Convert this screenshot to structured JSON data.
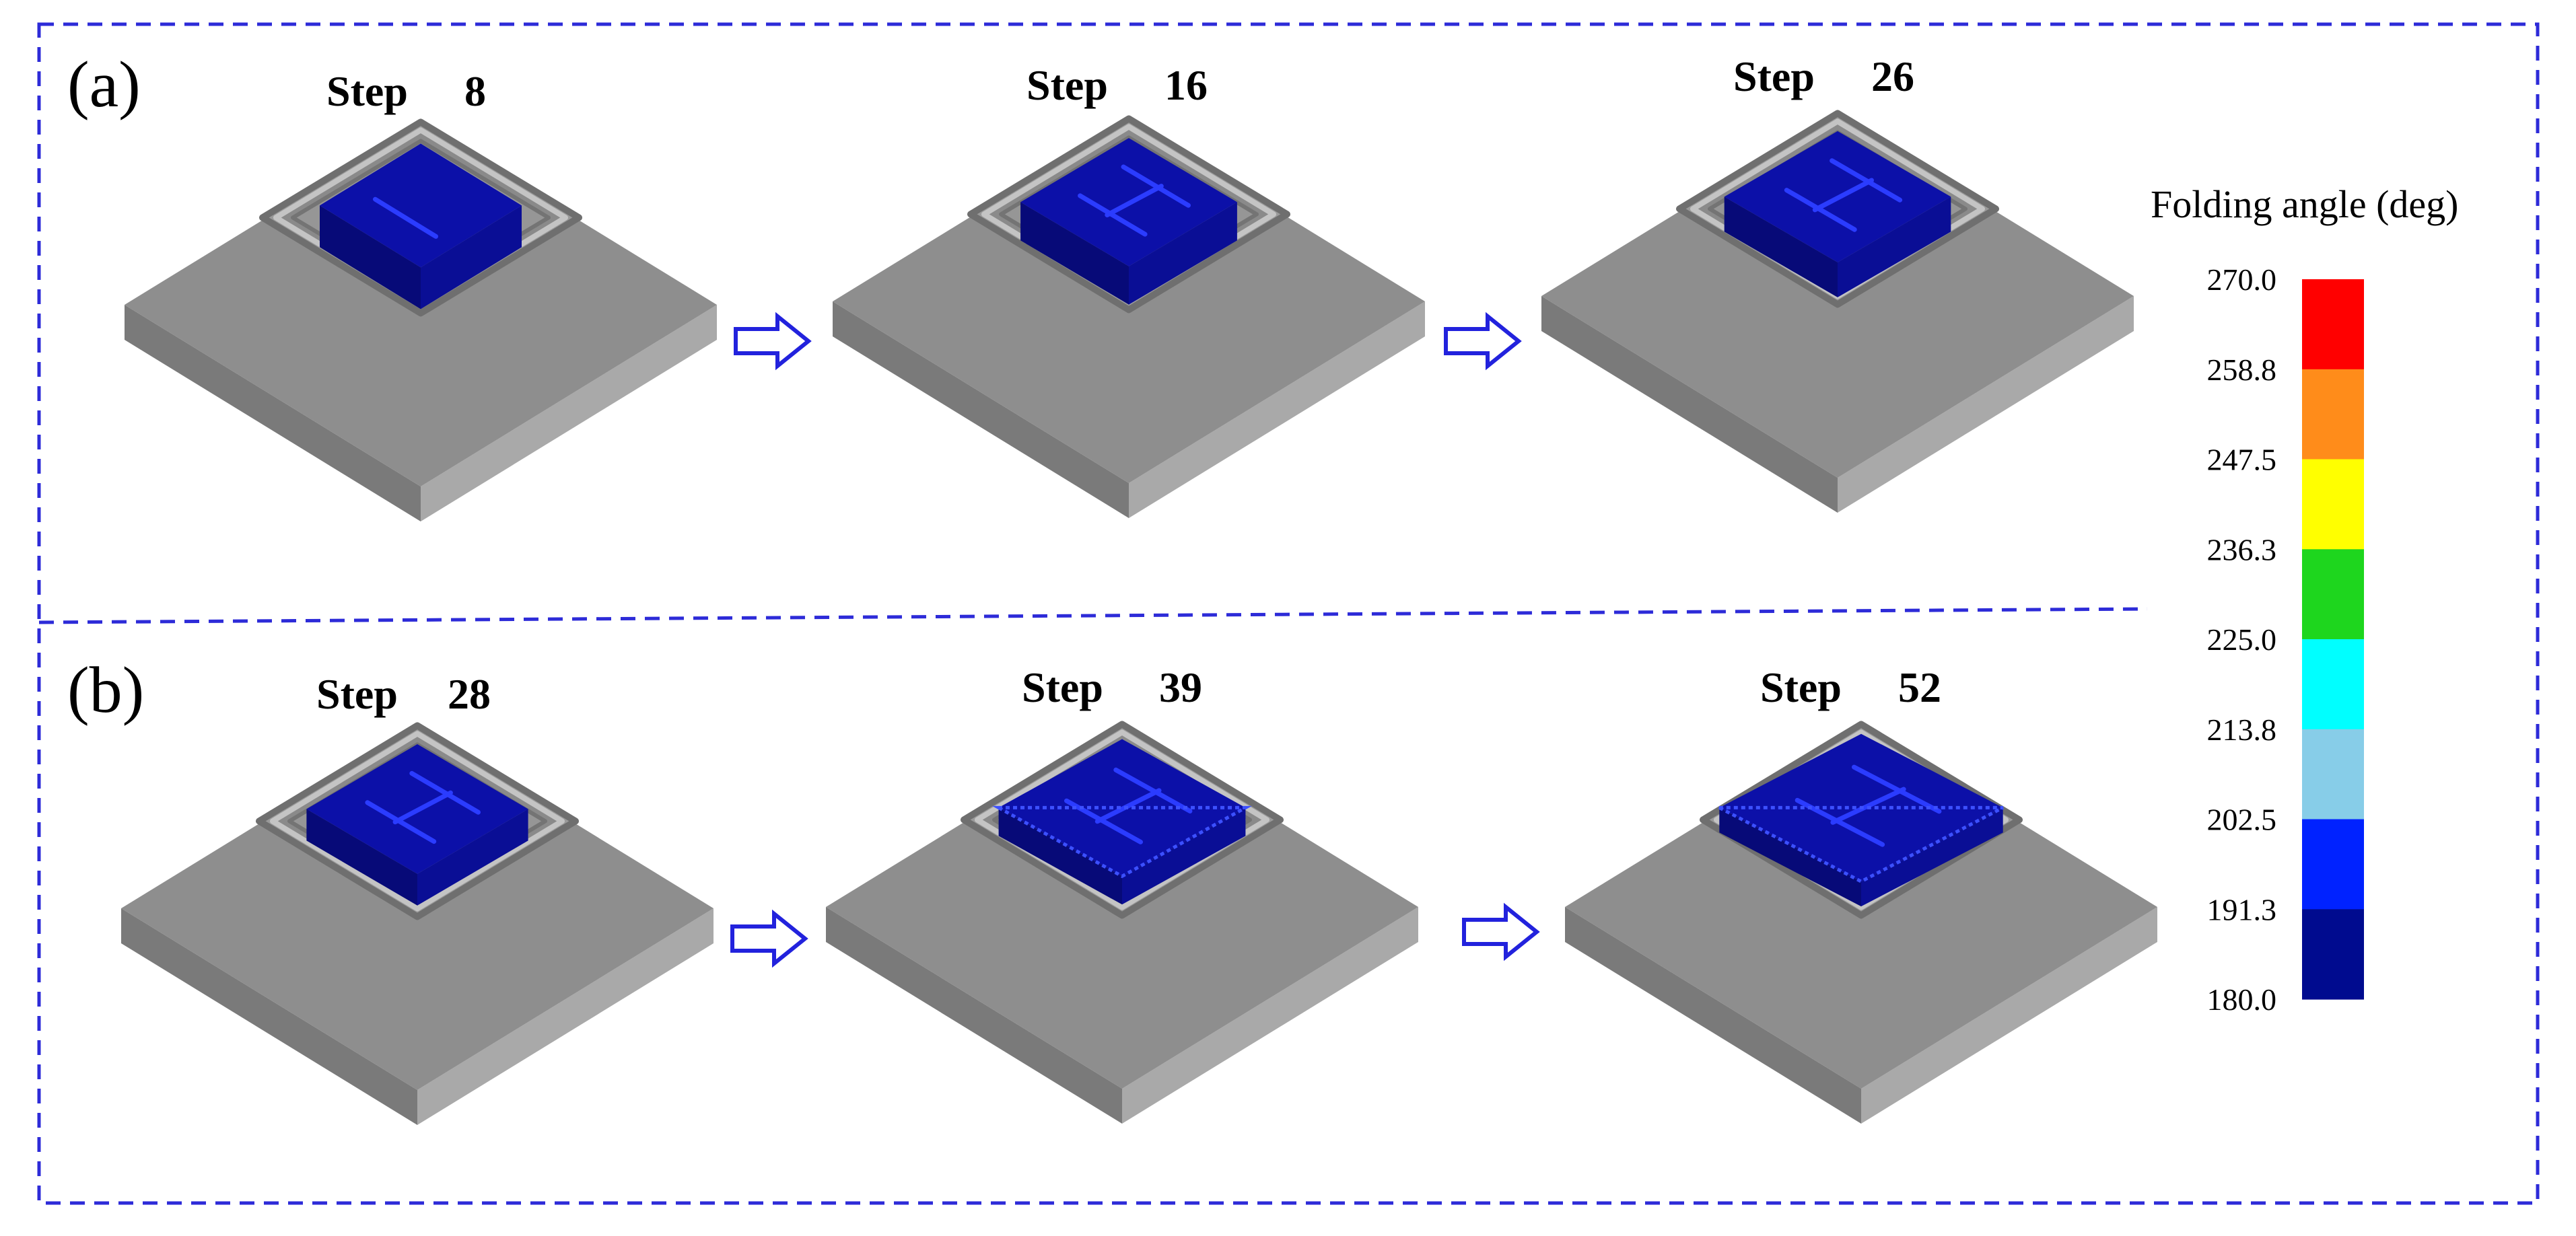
{
  "panels": [
    {
      "letter": "(a)",
      "steps": [
        {
          "word": "Step",
          "number": "8"
        },
        {
          "word": "Step",
          "number": "16"
        },
        {
          "word": "Step",
          "number": "26"
        }
      ]
    },
    {
      "letter": "(b)",
      "steps": [
        {
          "word": "Step",
          "number": "28"
        },
        {
          "word": "Step",
          "number": "39"
        },
        {
          "word": "Step",
          "number": "52"
        }
      ]
    }
  ],
  "legend": {
    "title": "Folding angle (deg)",
    "ticks": [
      "270.0",
      "258.8",
      "247.5",
      "236.3",
      "225.0",
      "213.8",
      "202.5",
      "191.3",
      "180.0"
    ],
    "colors": [
      "#ff0000",
      "#ff8c1a",
      "#ffff00",
      "#1ed61e",
      "#00ffff",
      "#87cde8",
      "#0022ff",
      "#000b8f"
    ]
  },
  "colors": {
    "frame_dash": "#2d2bd8",
    "arrow": "#2222dd",
    "plate_top": "#8e8e8e",
    "plate_left": "#7a7a7a",
    "plate_right": "#a9a9a9",
    "model_blue": "#0c10a8",
    "model_highlight": "#2b3cff"
  },
  "icons": [
    "right-arrow-icon"
  ]
}
